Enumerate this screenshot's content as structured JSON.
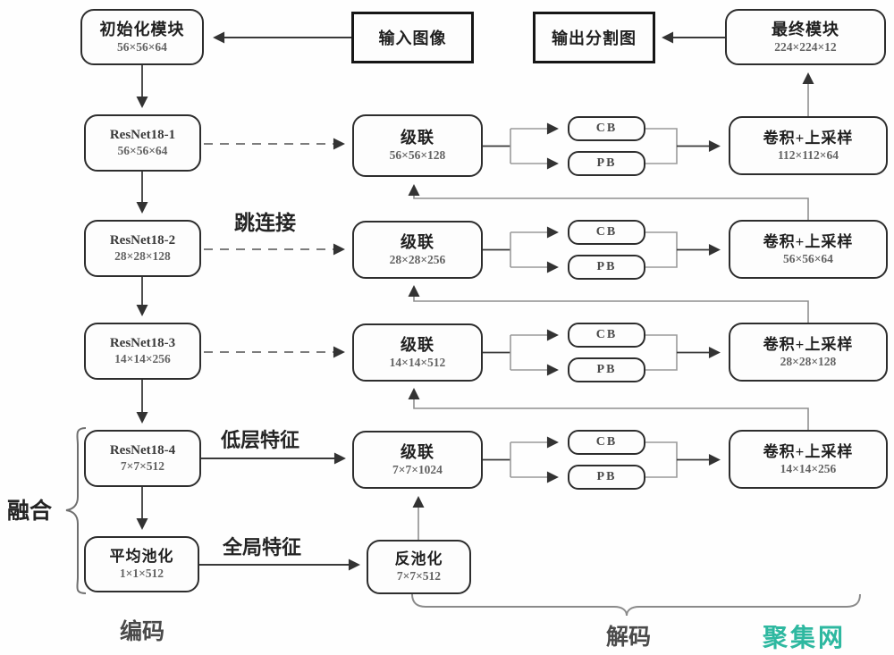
{
  "top": {
    "init": {
      "title": "初始化模块",
      "dims": "56×56×64"
    },
    "input": {
      "label": "输入图像"
    },
    "output": {
      "label": "输出分割图"
    },
    "final": {
      "title": "最终模块",
      "dims": "224×224×12"
    }
  },
  "encoder": [
    {
      "title": "ResNet18-1",
      "dims": "56×56×64"
    },
    {
      "title": "ResNet18-2",
      "dims": "28×28×128"
    },
    {
      "title": "ResNet18-3",
      "dims": "14×14×256"
    },
    {
      "title": "ResNet18-4",
      "dims": "7×7×512"
    },
    {
      "title": "平均池化",
      "dims": "1×1×512"
    }
  ],
  "concat": [
    {
      "title": "级联",
      "dims": "56×56×128"
    },
    {
      "title": "级联",
      "dims": "28×28×256"
    },
    {
      "title": "级联",
      "dims": "14×14×512"
    },
    {
      "title": "级联",
      "dims": "7×7×1024"
    }
  ],
  "unpool": {
    "title": "反池化",
    "dims": "7×7×512"
  },
  "blocks": {
    "cb": "CB",
    "pb": "PB"
  },
  "decoder": [
    {
      "title": "卷积+上采样",
      "dims": "112×112×64"
    },
    {
      "title": "卷积+上采样",
      "dims": "56×56×64"
    },
    {
      "title": "卷积+上采样",
      "dims": "28×28×128"
    },
    {
      "title": "卷积+上采样",
      "dims": "14×14×256"
    }
  ],
  "labels": {
    "skip": "跳连接",
    "low_level": "低层特征",
    "global": "全局特征",
    "fusion": "融合",
    "encode": "编码",
    "decode": "解码"
  },
  "watermark": {
    "text": "聚集网",
    "color": "#2eb8a0"
  },
  "colors": {
    "box_border": "#2d2d2d",
    "io_border": "#161616",
    "wire_dark": "#3a3a3a",
    "wire_gray": "#909090"
  }
}
